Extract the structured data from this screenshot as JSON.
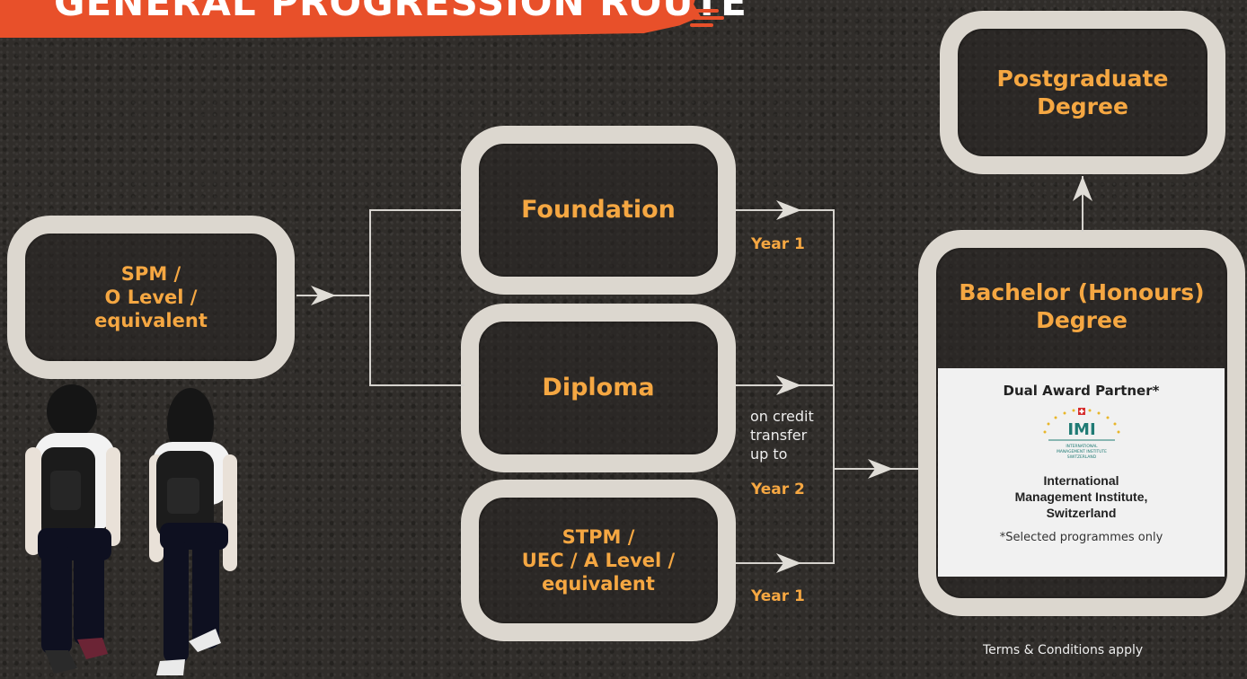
{
  "banner": {
    "title": "GENERAL PROGRESSION ROUTE"
  },
  "boxes": {
    "entry": "SPM /\nO Level /\nequivalent",
    "foundation": "Foundation",
    "diploma": "Diploma",
    "stpm": "STPM /\nUEC / A Level /\nequivalent",
    "bachelor": "Bachelor (Honours)\nDegree",
    "postgraduate": "Postgraduate\nDegree"
  },
  "labels": {
    "foundation_year": "Year 1",
    "diploma_credit": "on credit\ntransfer\nup to",
    "diploma_year": "Year 2",
    "stpm_year": "Year 1"
  },
  "partner": {
    "title": "Dual Award Partner*",
    "logo_text": "IMI",
    "logo_subtext": "INTERNATIONAL\nMANAGEMENT INSTITUTE\nSWITZERLAND",
    "name": "International\nManagement Institute,\nSwitzerland",
    "note": "*Selected programmes only"
  },
  "footer": {
    "terms": "Terms & Conditions apply"
  },
  "colors": {
    "accent_orange": "#f5a742",
    "banner_red": "#e8502a",
    "box_border": "#dcd7cf",
    "background": "#302d2a"
  }
}
